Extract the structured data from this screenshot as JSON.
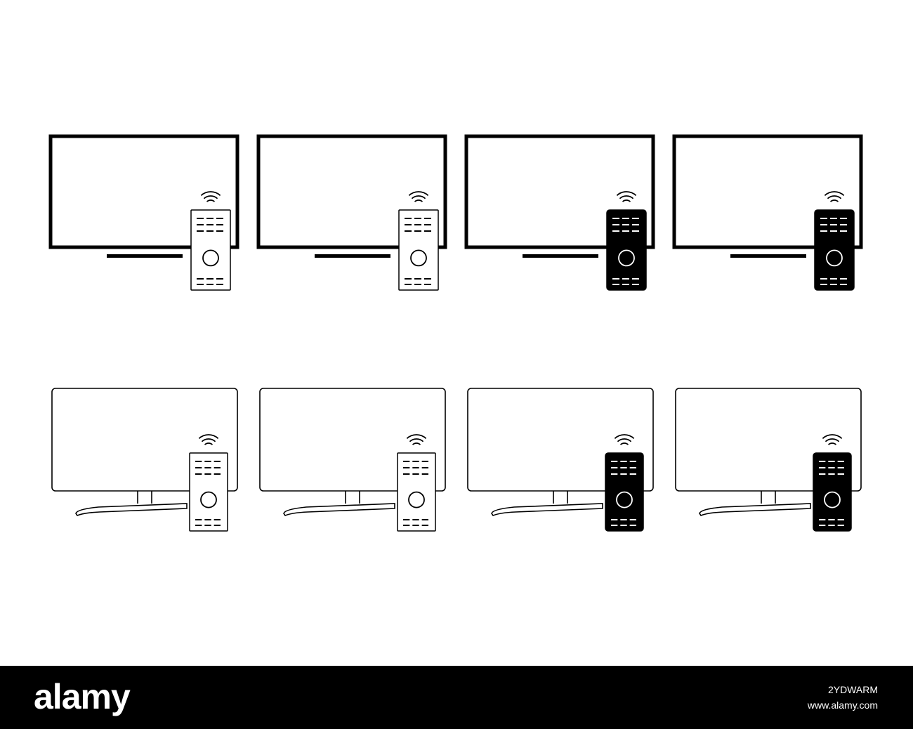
{
  "icon_set": {
    "icons": [
      {
        "tv_style": "flat-tv-bold-outline",
        "remote_style": "outline",
        "icon": "tv-with-remote-icon"
      },
      {
        "tv_style": "flat-tv-bold-outline",
        "remote_style": "outline",
        "icon": "tv-with-remote-icon"
      },
      {
        "tv_style": "flat-tv-bold-outline",
        "remote_style": "filled",
        "icon": "tv-with-remote-icon"
      },
      {
        "tv_style": "flat-tv-bold-outline",
        "remote_style": "filled",
        "icon": "tv-with-remote-icon"
      },
      {
        "tv_style": "monitor-thin-outline",
        "remote_style": "outline",
        "icon": "monitor-with-remote-icon"
      },
      {
        "tv_style": "monitor-thin-outline",
        "remote_style": "outline",
        "icon": "monitor-with-remote-icon"
      },
      {
        "tv_style": "monitor-thin-outline",
        "remote_style": "filled",
        "icon": "monitor-with-remote-icon"
      },
      {
        "tv_style": "monitor-thin-outline",
        "remote_style": "filled",
        "icon": "monitor-with-remote-icon"
      }
    ],
    "colors": {
      "stroke": "#000000",
      "background": "#ffffff"
    }
  },
  "footer": {
    "logo": "alamy",
    "image_id": "2YDWARM",
    "url": "www.alamy.com",
    "background": "#000000",
    "text_color": "#ffffff"
  }
}
